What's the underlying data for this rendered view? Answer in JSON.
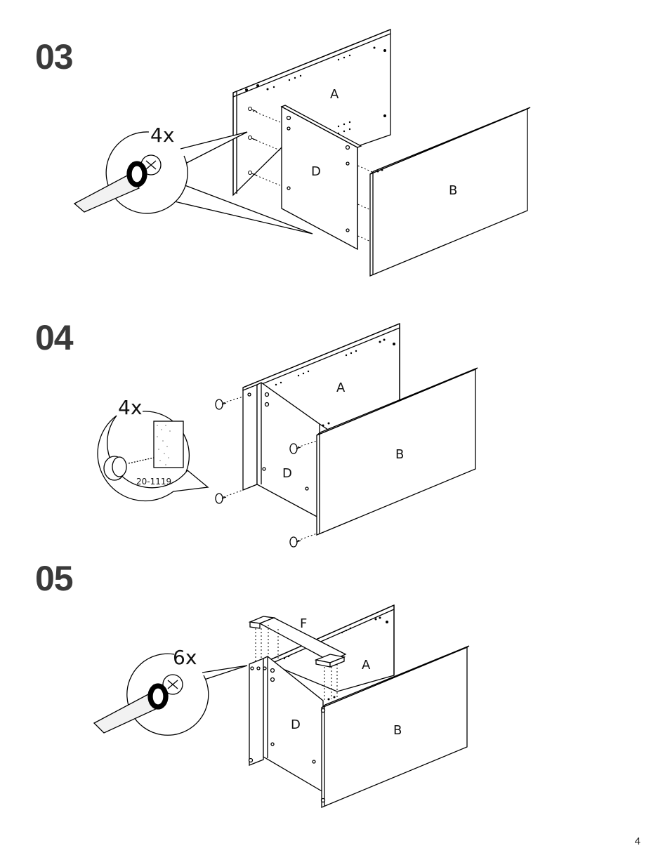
{
  "steps": [
    {
      "number": "03",
      "count": "4x",
      "panels": {
        "a": "A",
        "b": "B",
        "d": "D"
      }
    },
    {
      "number": "04",
      "count": "4x",
      "part_code": "20-1119",
      "panels": {
        "a": "A",
        "b": "B",
        "d": "D"
      }
    },
    {
      "number": "05",
      "count": "6x",
      "panels": {
        "a": "A",
        "b": "B",
        "d": "D",
        "f": "F"
      }
    }
  ],
  "page_number": "4"
}
